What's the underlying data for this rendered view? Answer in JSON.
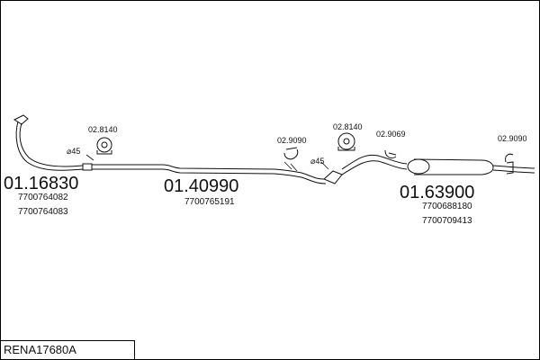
{
  "diagram": {
    "reference": "RENA17680A",
    "parts": [
      {
        "number": "01.16830",
        "oem": [
          "7700764082",
          "7700764083"
        ]
      },
      {
        "number": "01.40990",
        "oem": [
          "7700765191"
        ]
      },
      {
        "number": "01.63900",
        "oem": [
          "7700688180",
          "7700709413"
        ]
      }
    ],
    "fittings": {
      "hanger_1": "02.8140",
      "hanger_2": "02.8140",
      "clamp_1": "02.9090",
      "clamp_2": "02.9069",
      "clamp_3": "02.9090",
      "diameter_1": "⌀45",
      "diameter_2": "⌀45"
    }
  }
}
